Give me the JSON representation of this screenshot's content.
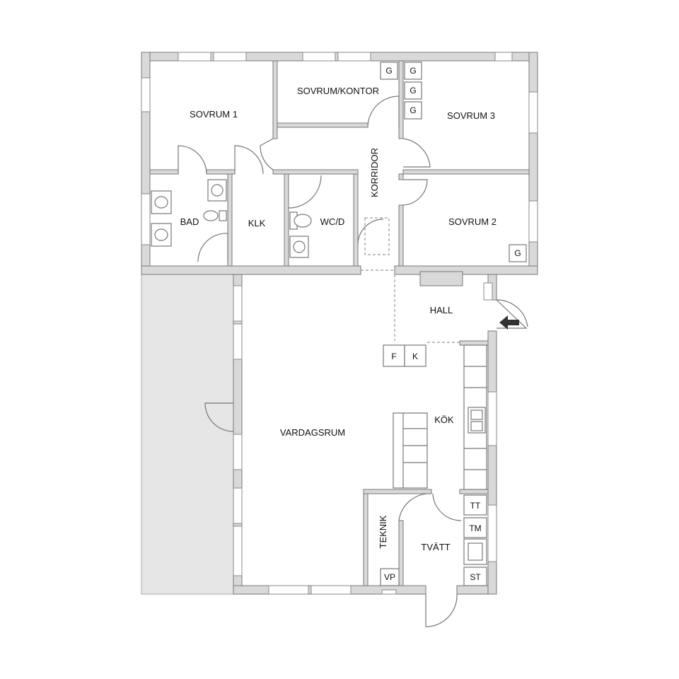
{
  "rooms": {
    "sovrum1": "SOVRUM 1",
    "sovrum_kontor": "SOVRUM/KONTOR",
    "sovrum3": "SOVRUM 3",
    "sovrum2": "SOVRUM 2",
    "korridor": "KORRIDOR",
    "bad": "BAD",
    "klk": "KLK",
    "wcd": "WC/D",
    "hall": "HALL",
    "vardagsrum": "VARDAGSRUM",
    "kok": "KÖK",
    "teknik": "TEKNIK",
    "tvatt": "TVÄTT"
  },
  "fixtures": {
    "g": "G",
    "f": "F",
    "k": "K",
    "tt": "TT",
    "tm": "TM",
    "st": "ST",
    "vp": "VP"
  },
  "icons": {
    "entrance": "entrance-arrow-icon"
  }
}
